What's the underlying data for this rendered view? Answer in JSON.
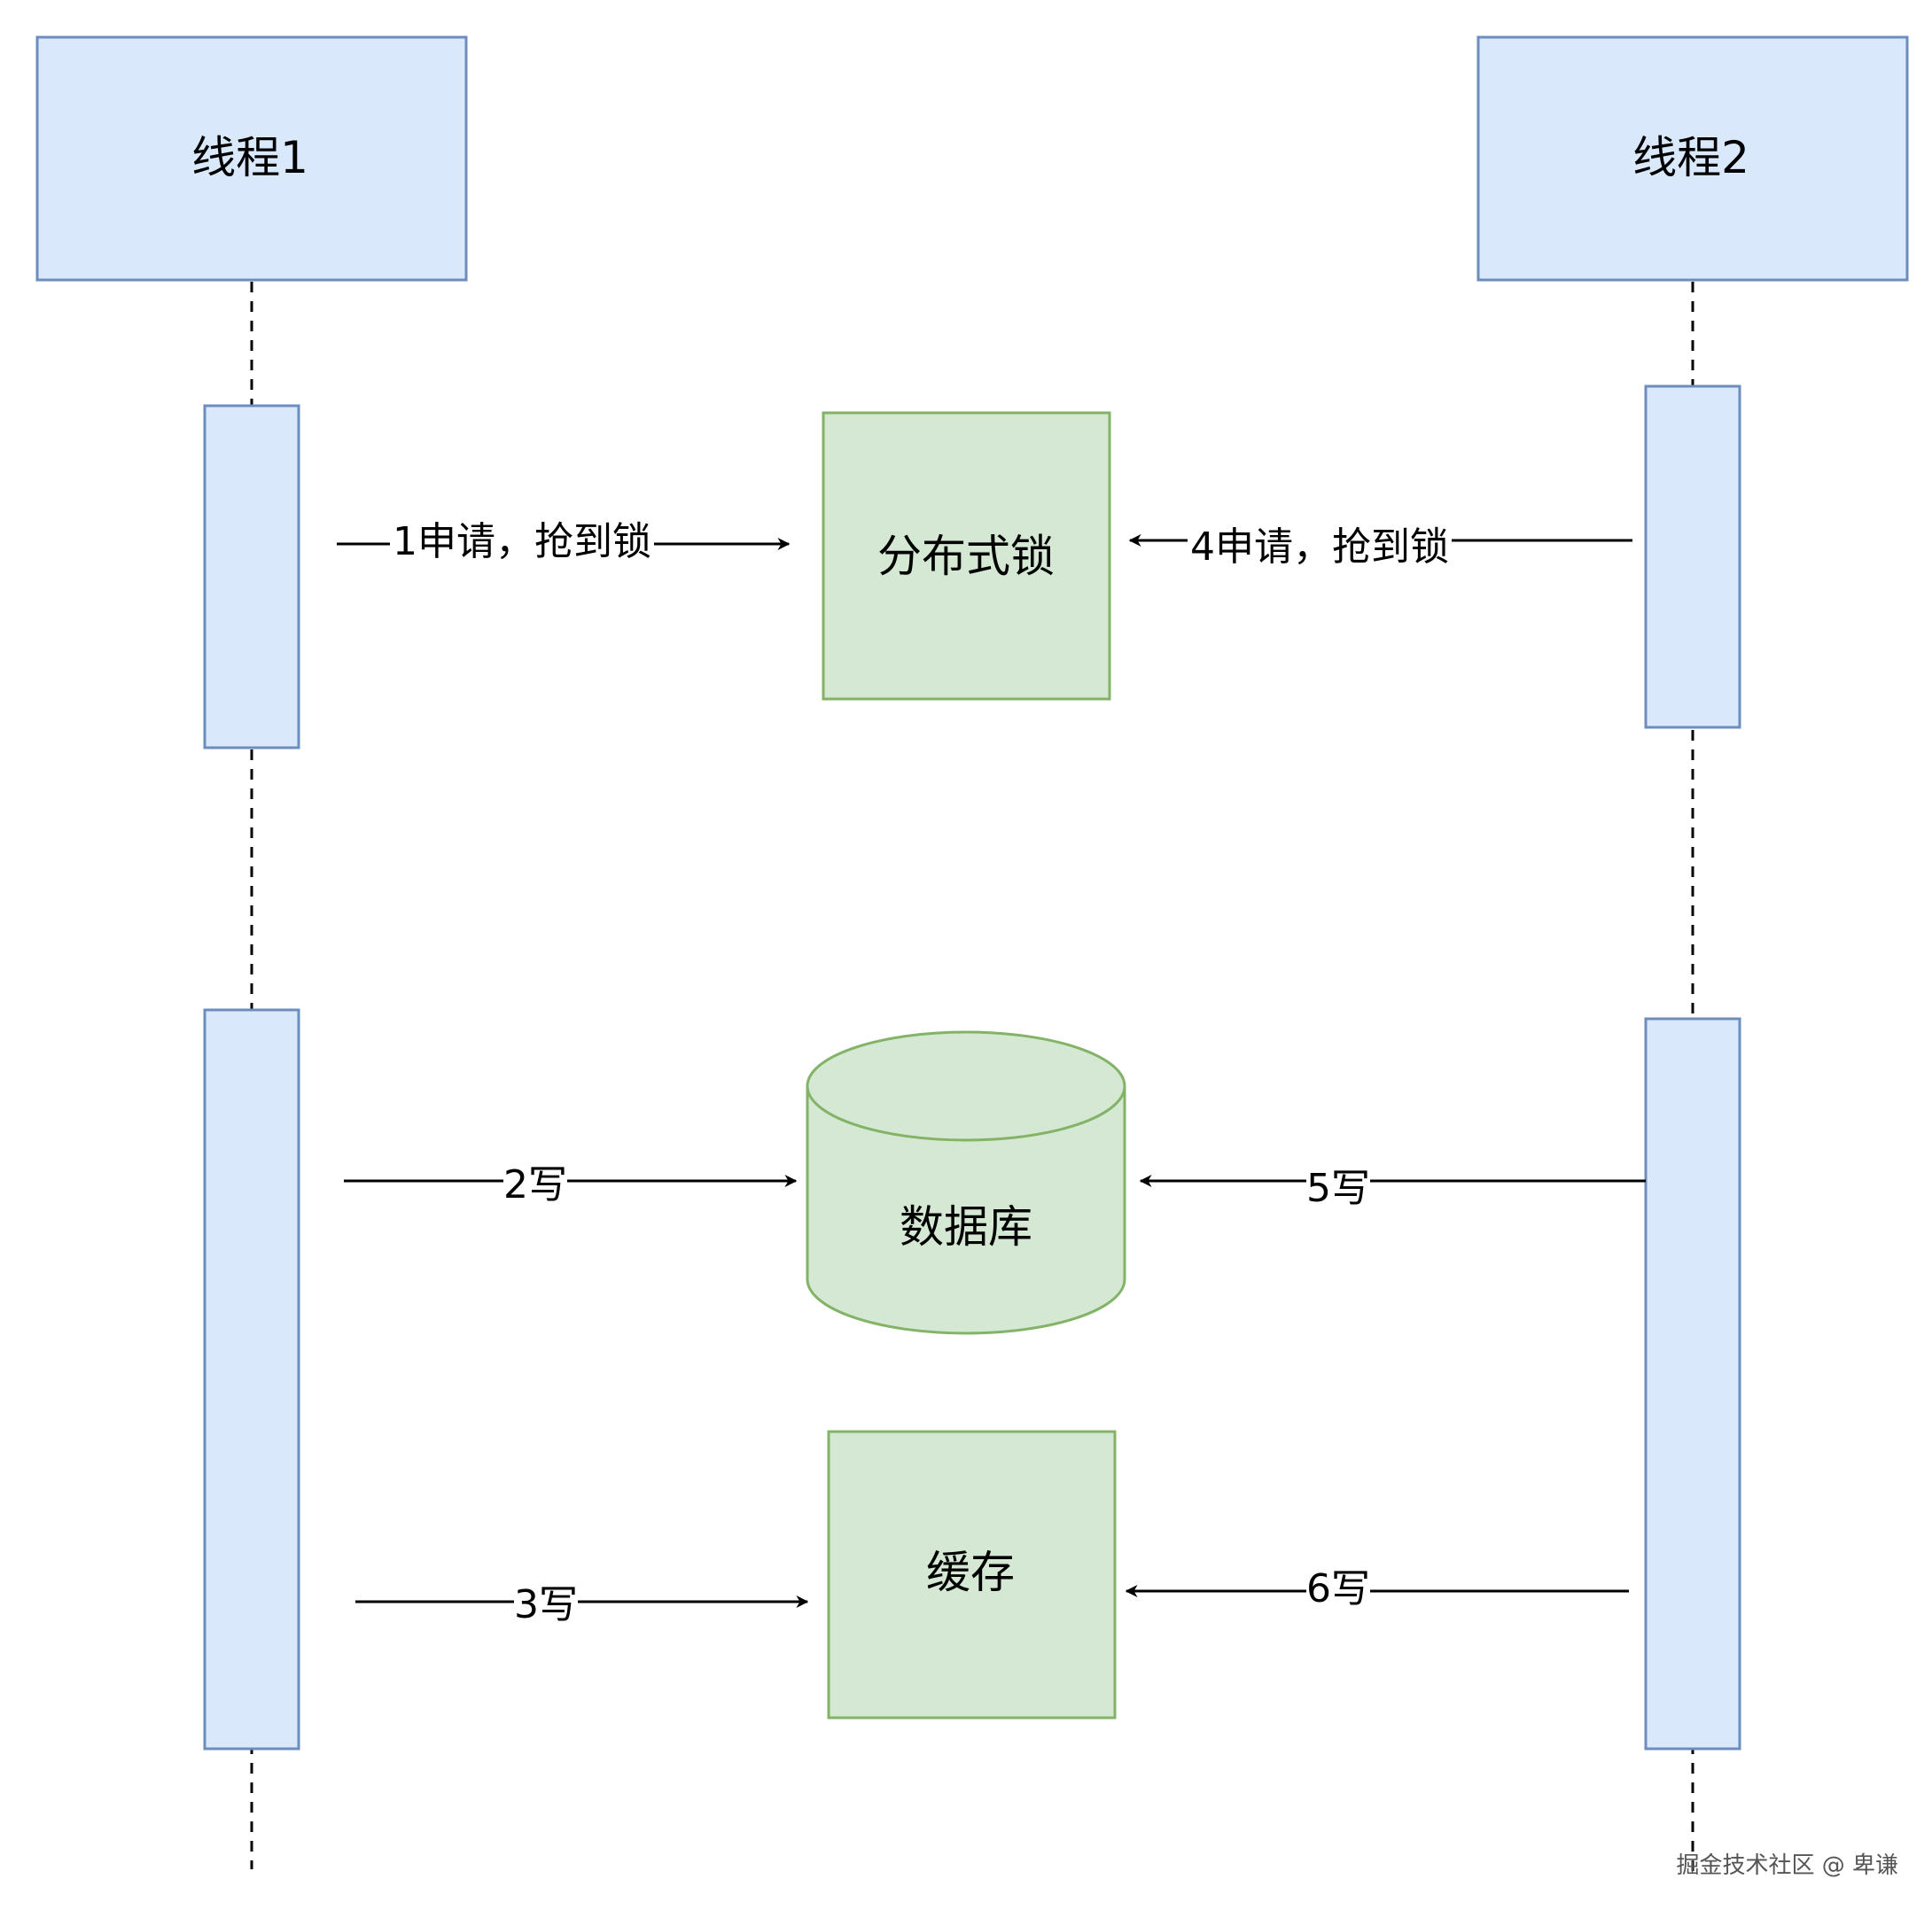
{
  "participants": {
    "thread1": {
      "label": "线程1"
    },
    "thread2": {
      "label": "线程2"
    }
  },
  "nodes": {
    "lock": {
      "label": "分布式锁"
    },
    "database": {
      "label": "数据库"
    },
    "cache": {
      "label": "缓存"
    }
  },
  "messages": {
    "m1": {
      "label": "1申请，抢到锁"
    },
    "m2": {
      "label": "2写"
    },
    "m3": {
      "label": "3写"
    },
    "m4": {
      "label": "4申请，抢到锁"
    },
    "m5": {
      "label": "5写"
    },
    "m6": {
      "label": "6写"
    }
  },
  "watermark": {
    "text": "掘金技术社区 @ 卑谦"
  },
  "colors": {
    "participant_fill": "#dae8fc",
    "participant_stroke": "#6c8ebf",
    "resource_fill": "#d5e8d4",
    "resource_stroke": "#82b366"
  }
}
